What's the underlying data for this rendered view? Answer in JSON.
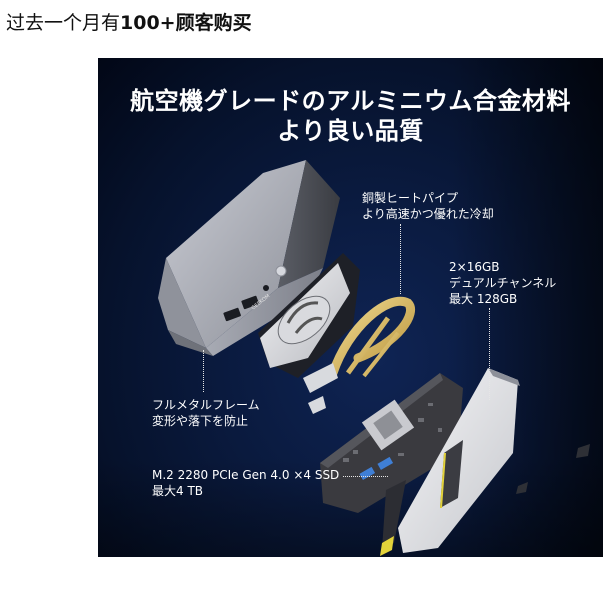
{
  "purchase_info": {
    "prefix": "过去一个月有",
    "count": "100+",
    "suffix": "顾客购买"
  },
  "product_image": {
    "headline_line1": "航空機グレードのアルミニウム合金材料",
    "headline_line2": "より良い品質",
    "callouts": {
      "heatpipe_line1": "銅製ヒートパイプ",
      "heatpipe_line2": "より高速かつ優れた冷却",
      "memory_line1": "2×16GB",
      "memory_line2": "デュアルチャンネル",
      "memory_line3": "最大 128GB",
      "frame_line1": "フルメタルフレーム",
      "frame_line2": "変形や落下を防止",
      "ssd_line1": "M.2 2280 PCIe Gen 4.0 ×4 SSD",
      "ssd_line2": "最大4 TB"
    },
    "colors": {
      "background": "#0a1a3e",
      "text": "#ffffff",
      "chassis": "#9a9ca6",
      "heatpipe": "#d8b65a",
      "board": "#3a3a3f",
      "ram_accent": "#e2d23a",
      "usb_port": "#3f7fd6"
    }
  }
}
